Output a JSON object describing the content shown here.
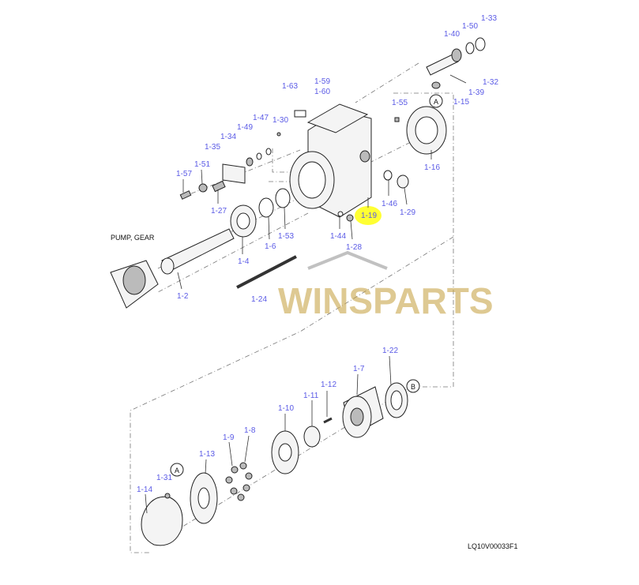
{
  "diagram": {
    "title_code": "LQ10V00033F1",
    "pump_label": "PUMP, GEAR",
    "watermark": "WINSPARTS",
    "highlight_color": "#ffff33",
    "label_color": "#5a5ae6",
    "callouts_ref": {
      "a_top": "A",
      "a_bottom": "A",
      "b": "B"
    },
    "parts": {
      "p1_33": "1-33",
      "p1_50": "1-50",
      "p1_40": "1-40",
      "p1_32": "1-32",
      "p1_39": "1-39",
      "p1_15": "1-15",
      "p1_55": "1-55",
      "p1_16": "1-16",
      "p1_63": "1-63",
      "p1_59": "1-59",
      "p1_60": "1-60",
      "p1_30": "1-30",
      "p1_47": "1-47",
      "p1_49": "1-49",
      "p1_34": "1-34",
      "p1_35": "1-35",
      "p1_51": "1-51",
      "p1_57": "1-57",
      "p1_27": "1-27",
      "p1_46": "1-46",
      "p1_29": "1-29",
      "p1_19": "1-19",
      "p1_44": "1-44",
      "p1_28": "1-28",
      "p1_6": "1-6",
      "p1_53": "1-53",
      "p1_4": "1-4",
      "p1_2": "1-2",
      "p1_24": "1-24",
      "p1_22": "1-22",
      "p1_7": "1-7",
      "p1_12": "1-12",
      "p1_11": "1-11",
      "p1_10": "1-10",
      "p1_8": "1-8",
      "p1_9": "1-9",
      "p1_13": "1-13",
      "p1_31": "1-31",
      "p1_14": "1-14"
    }
  }
}
